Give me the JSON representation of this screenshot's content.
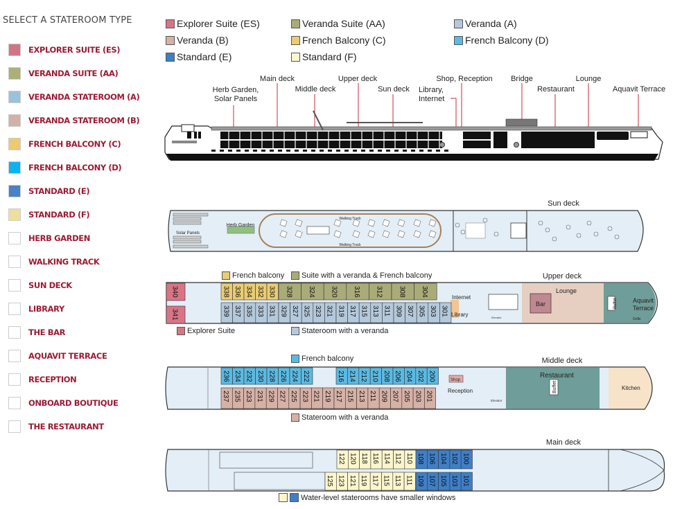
{
  "sidebar": {
    "title": "SELECT A STATEROOM TYPE",
    "items": [
      {
        "label": "EXPLORER SUITE (ES)",
        "color": "#d07585"
      },
      {
        "label": "VERANDA SUITE (AA)",
        "color": "#aab078"
      },
      {
        "label": "VERANDA STATEROOM (A)",
        "color": "#9bc2dc"
      },
      {
        "label": "VERANDA STATEROOM (B)",
        "color": "#d3b0a8"
      },
      {
        "label": "FRENCH BALCONY (C)",
        "color": "#ecca72"
      },
      {
        "label": "FRENCH BALCONY (D)",
        "color": "#0bb4ef"
      },
      {
        "label": "STANDARD (E)",
        "color": "#4a82c4"
      },
      {
        "label": "STANDARD (F)",
        "color": "#efdf9c"
      },
      {
        "label": "HERB GARDEN",
        "color": "#ffffff"
      },
      {
        "label": "WALKING TRACK",
        "color": "#ffffff"
      },
      {
        "label": "SUN DECK",
        "color": "#ffffff"
      },
      {
        "label": "LIBRARY",
        "color": "#ffffff"
      },
      {
        "label": "THE BAR",
        "color": "#ffffff"
      },
      {
        "label": "AQUAVIT TERRACE",
        "color": "#ffffff"
      },
      {
        "label": "RECEPTION",
        "color": "#ffffff"
      },
      {
        "label": "ONBOARD BOUTIQUE",
        "color": "#ffffff"
      },
      {
        "label": "THE RESTAURANT",
        "color": "#ffffff"
      }
    ]
  },
  "legend": [
    {
      "label": "Explorer Suite (ES)",
      "color": "#d87585"
    },
    {
      "label": "Veranda Suite (AA)",
      "color": "#a9ac78"
    },
    {
      "label": "Veranda (A)",
      "color": "#b5c9dc"
    },
    {
      "label": "Veranda (B)",
      "color": "#d6b1a6"
    },
    {
      "label": "French Balcony (C)",
      "color": "#e9cc74"
    },
    {
      "label": "French Balcony (D)",
      "color": "#5bbae2"
    },
    {
      "label": "Standard (E)",
      "color": "#3f7fc6"
    },
    {
      "label": "Standard (F)",
      "color": "#fdf6cc"
    }
  ],
  "profile_labels": {
    "herb": "Herb Garden,\nSolar Panels",
    "main": "Main deck",
    "middle": "Middle deck",
    "upper": "Upper deck",
    "sun": "Sun deck",
    "library": "Library,\nInternet",
    "shop": "Shop, Reception",
    "bridge": "Bridge",
    "restaurant": "Restaurant",
    "lounge": "Lounge",
    "aquavit": "Aquavit Terrace"
  },
  "sun_deck": {
    "title": "Sun deck",
    "solar": "Solar Panels",
    "herb": "Herb Garden",
    "track_top": "Walking Track",
    "track_bottom": "Walking Track"
  },
  "upper_deck": {
    "title": "Upper deck",
    "legend_top_1": "French balcony",
    "legend_top_2": "Suite with a veranda & French balcony",
    "legend_bottom_1": "Explorer Suite",
    "legend_bottom_2": "Stateroom with a veranda",
    "suites": [
      "340",
      "341"
    ],
    "top_c": [
      "338",
      "336",
      "334",
      "332",
      "330"
    ],
    "top_aa": [
      "328",
      "324",
      "320",
      "316",
      "312",
      "308",
      "304"
    ],
    "bottom_a": [
      "339",
      "337",
      "335",
      "333",
      "331",
      "329",
      "327",
      "325",
      "323",
      "321",
      "319",
      "317",
      "315",
      "313",
      "311",
      "309",
      "307",
      "305",
      "303",
      "301"
    ],
    "internet": "Internet",
    "library": "Library",
    "elevator": "Elevator",
    "lounge": "Lounge",
    "bar": "Bar",
    "buffet": "Buffet",
    "aquavit": "Aquavit\nTerrace",
    "grills": "Grills"
  },
  "middle_deck": {
    "title": "Middle deck",
    "legend_top": "French balcony",
    "legend_bottom": "Stateroom with a veranda",
    "top_d_left": [
      "236",
      "234",
      "232",
      "230",
      "228",
      "226",
      "224",
      "222"
    ],
    "top_d_right": [
      "216",
      "214",
      "212",
      "210",
      "208",
      "206",
      "204",
      "202",
      "200"
    ],
    "bottom_b": [
      "237",
      "235",
      "233",
      "231",
      "229",
      "227",
      "225",
      "223",
      "221",
      "219",
      "217",
      "215",
      "213",
      "211",
      "209",
      "207",
      "205",
      "203",
      "201"
    ],
    "shop": "Shop",
    "reception": "Reception",
    "elevator": "Elevator",
    "restaurant": "Restaurant",
    "buffet": "Buffet",
    "kitchen": "Kitchen"
  },
  "main_deck": {
    "title": "Main deck",
    "legend": "Water-level staterooms have smaller windows",
    "top_f": [
      "122",
      "120",
      "118",
      "116",
      "114",
      "112",
      "110"
    ],
    "top_e": [
      "108",
      "106",
      "104",
      "102",
      "100"
    ],
    "bottom_f": [
      "125",
      "123",
      "121",
      "119",
      "117",
      "115",
      "113",
      "111"
    ],
    "bottom_e": [
      "109",
      "107",
      "105",
      "103",
      "101"
    ]
  },
  "colors": {
    "deck_bg": "#e3eef6",
    "brand_red": "#9c1b34",
    "leader": "#c8283c",
    "track": "#a77f58",
    "lounge": "#e6cfc0",
    "teal": "#6f9d99",
    "kitchen": "#f6e3c8",
    "herb": "#8fc080"
  }
}
